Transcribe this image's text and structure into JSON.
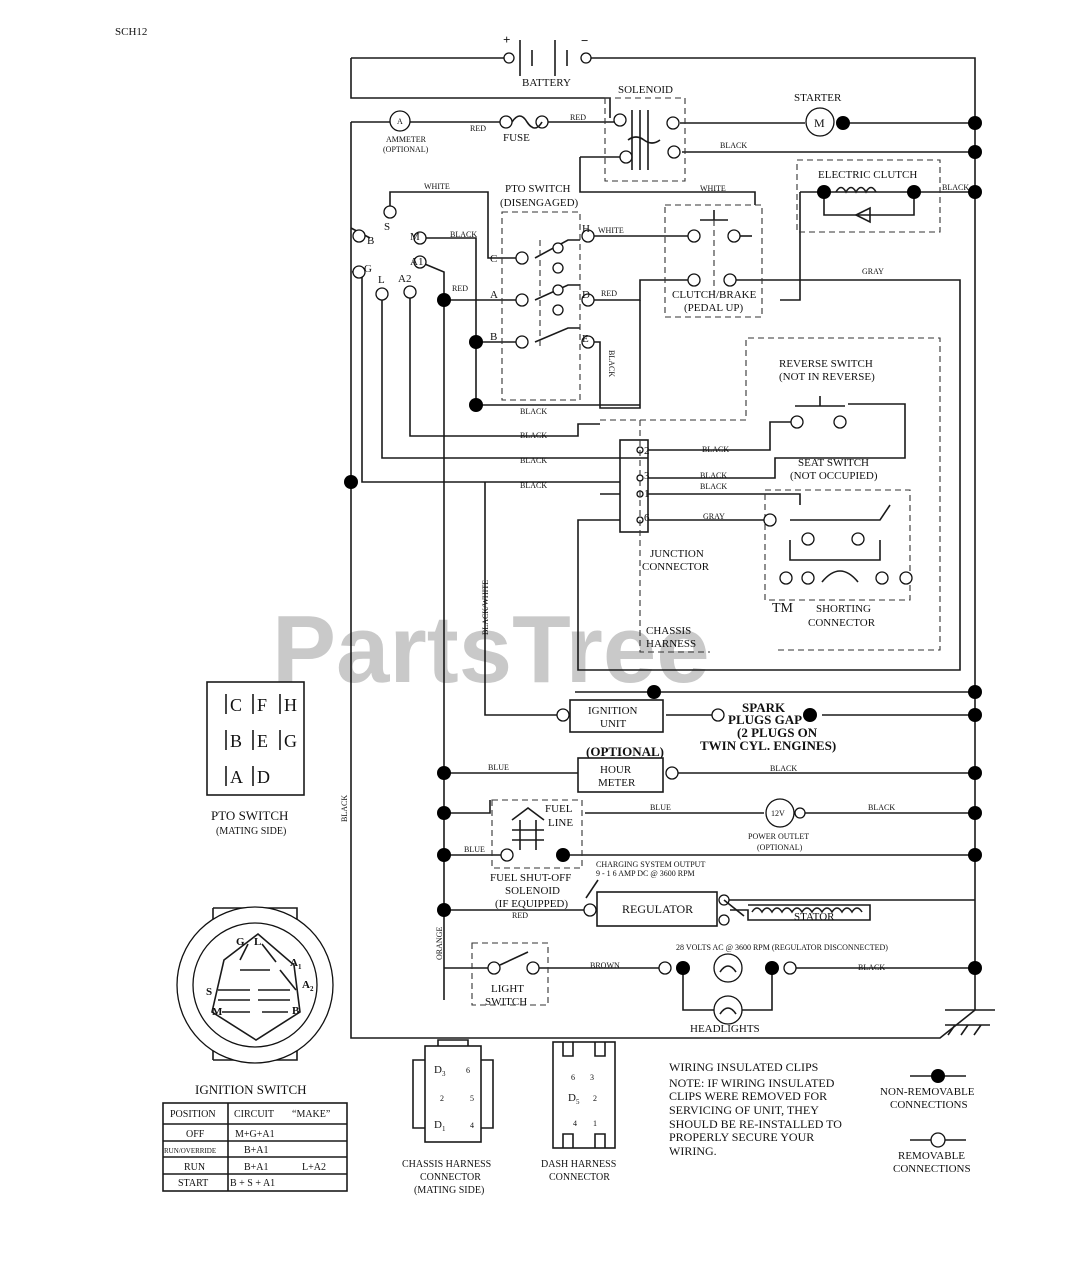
{
  "header": {
    "model": "SCH12"
  },
  "watermark": {
    "text": "PartsTree",
    "tm": "TM"
  },
  "components": {
    "battery": "BATTERY",
    "battery_plus": "+",
    "battery_minus": "−",
    "solenoid": "SOLENOID",
    "starter": "STARTER",
    "starter_symbol": "M",
    "ammeter": "AMMETER",
    "ammeter_opt": "(OPTIONAL)",
    "ammeter_symbol": "A",
    "fuse": "FUSE",
    "electric_clutch": "ELECTRIC CLUTCH",
    "pto_switch": "PTO SWITCH",
    "pto_disengaged": "(DISENGAGED)",
    "clutch_brake": "CLUTCH/BRAKE",
    "clutch_brake_sub": "(PEDAL UP)",
    "reverse_switch": "REVERSE SWITCH",
    "reverse_sub": "(NOT IN REVERSE)",
    "seat_switch": "SEAT SWITCH",
    "seat_sub": "(NOT OCCUPIED)",
    "junction_connector_1": "JUNCTION",
    "junction_connector_2": "CONNECTOR",
    "shorting_connector_1": "SHORTING",
    "shorting_connector_2": "CONNECTOR",
    "chassis_harness_1": "CHASSIS",
    "chassis_harness_2": "HARNESS",
    "ignition_unit_1": "IGNITION",
    "ignition_unit_2": "UNIT",
    "spark_1": "SPARK",
    "spark_2": "PLUGS GAP",
    "spark_3": "(2 PLUGS ON",
    "spark_4": "TWIN CYL. ENGINES)",
    "optional": "(OPTIONAL)",
    "hour_meter_1": "HOUR",
    "hour_meter_2": "METER",
    "fuel_line_1": "FUEL",
    "fuel_line_2": "LINE",
    "power_outlet_symbol": "12V",
    "power_outlet": "POWER OUTLET",
    "power_outlet_opt": "(OPTIONAL)",
    "fuel_solenoid_1": "FUEL SHUT-OFF",
    "fuel_solenoid_2": "SOLENOID",
    "fuel_solenoid_3": "(IF EQUIPPED)",
    "charging_1": "CHARGING SYSTEM OUTPUT",
    "charging_2": "9 - 1 6 AMP DC @ 3600 RPM",
    "regulator": "REGULATOR",
    "stator": "STATOR",
    "ac_note": "28 VOLTS AC @ 3600 RPM (REGULATOR DISCONNECTED)",
    "light_switch_1": "LIGHT",
    "light_switch_2": "SWITCH",
    "headlights": "HEADLIGHTS"
  },
  "wire_labels": {
    "red": "RED",
    "black": "BLACK",
    "white": "WHITE",
    "gray": "GRAY",
    "blue": "BLUE",
    "brown": "BROWN",
    "orange": "ORANGE",
    "black_white": "BLACK/WHITE"
  },
  "terminals": {
    "pto": [
      "C",
      "H",
      "A",
      "D",
      "B",
      "E"
    ],
    "ignition": [
      "S",
      "B",
      "M",
      "G",
      "L",
      "A1",
      "A2"
    ],
    "junction": [
      "2",
      "3",
      "1",
      "6"
    ]
  },
  "pto_mating": {
    "cells": [
      "C",
      "F",
      "H",
      "B",
      "E",
      "G",
      "A",
      "D"
    ],
    "title": "PTO SWITCH",
    "subtitle": "(MATING SIDE)"
  },
  "ignition_switch": {
    "letters": [
      "G",
      "L",
      "A",
      "1",
      "A",
      "2",
      "S",
      "M",
      "B"
    ],
    "title": "IGNITION SWITCH",
    "table_header": [
      "POSITION",
      "CIRCUIT",
      "“MAKE”"
    ],
    "rows": [
      {
        "position": "OFF",
        "circuit": "M+G+A1",
        "extra": ""
      },
      {
        "position": "RUN/OVERRIDE",
        "circuit": "B+A1",
        "extra": ""
      },
      {
        "position": "RUN",
        "circuit": "B+A1",
        "extra": "L+A2"
      },
      {
        "position": "START",
        "circuit": "B + S + A1",
        "extra": ""
      }
    ]
  },
  "connectors": {
    "chassis_1": "CHASSIS HARNESS",
    "chassis_2": "CONNECTOR",
    "chassis_3": "(MATING SIDE)",
    "chassis_pins": [
      "D",
      "3",
      "6",
      "2",
      "5",
      "D",
      "1",
      "4"
    ],
    "dash_1": "DASH HARNESS",
    "dash_2": "CONNECTOR",
    "dash_pins": [
      "6",
      "3",
      "D",
      "5",
      "2",
      "4",
      "1"
    ]
  },
  "notes": {
    "title": "WIRING INSULATED CLIPS",
    "lines": [
      "NOTE:  IF WIRING INSULATED",
      "CLIPS WERE REMOVED FOR",
      "SERVICING OF UNIT, THEY",
      "SHOULD BE RE-INSTALLED TO",
      "PROPERLY SECURE YOUR",
      "WIRING."
    ]
  },
  "legend": {
    "nonremovable_1": "NON-REMOVABLE",
    "nonremovable_2": "CONNECTIONS",
    "removable_1": "REMOVABLE",
    "removable_2": "CONNECTIONS"
  }
}
